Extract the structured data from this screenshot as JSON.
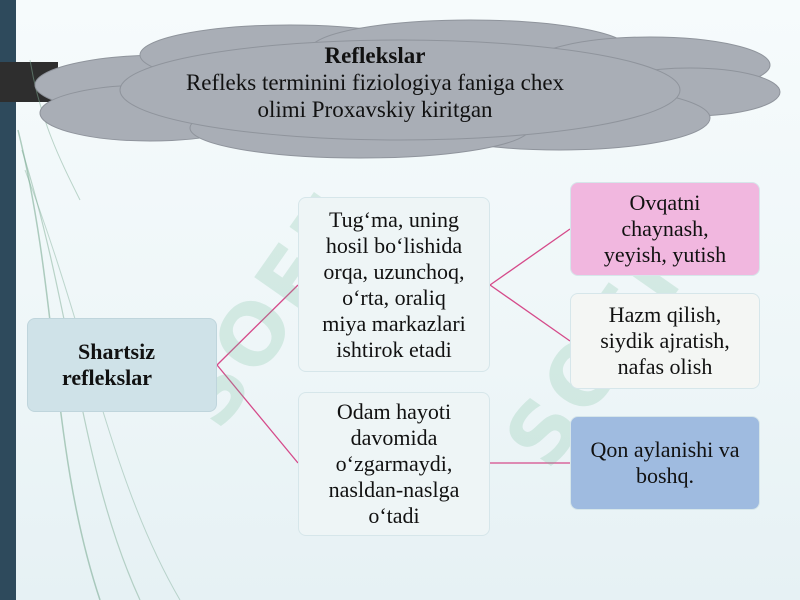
{
  "cloud": {
    "title": "Reflekslar",
    "line1": "Refleks terminini fiziologiya faniga chex",
    "line2": "olimi Proxavskiy kiritgan"
  },
  "root": {
    "line1": "Shartsiz",
    "line2": "reflekslar"
  },
  "branches": [
    {
      "lines": [
        "Tug‘ma, uning",
        "hosil bo‘lishida",
        "orqa, uzunchoq,",
        "o‘rta, oraliq",
        "miya markazlari",
        "ishtirok etadi"
      ],
      "children": [
        {
          "lines": [
            "Ovqatni",
            "chaynash,",
            "yeyish, yutish"
          ],
          "color": "#f1b7df"
        },
        {
          "lines": [
            "Hazm qilish,",
            "siydik ajratish,",
            "nafas olish"
          ],
          "color": "#f4f6f4"
        }
      ]
    },
    {
      "lines": [
        "Odam hayoti",
        "davomida",
        "o‘zgarmaydi,",
        "nasldan-naslga",
        "o‘tadi"
      ],
      "children": [
        {
          "lines": [
            "Qon aylanishi va",
            "boshq."
          ],
          "color": "#9fbbe0"
        }
      ]
    }
  ],
  "watermark": "SOFF",
  "colors": {
    "connector": "#d54a8a",
    "cloud_fill": "#a9aeb6",
    "left_bar": "#2e4a5c"
  }
}
